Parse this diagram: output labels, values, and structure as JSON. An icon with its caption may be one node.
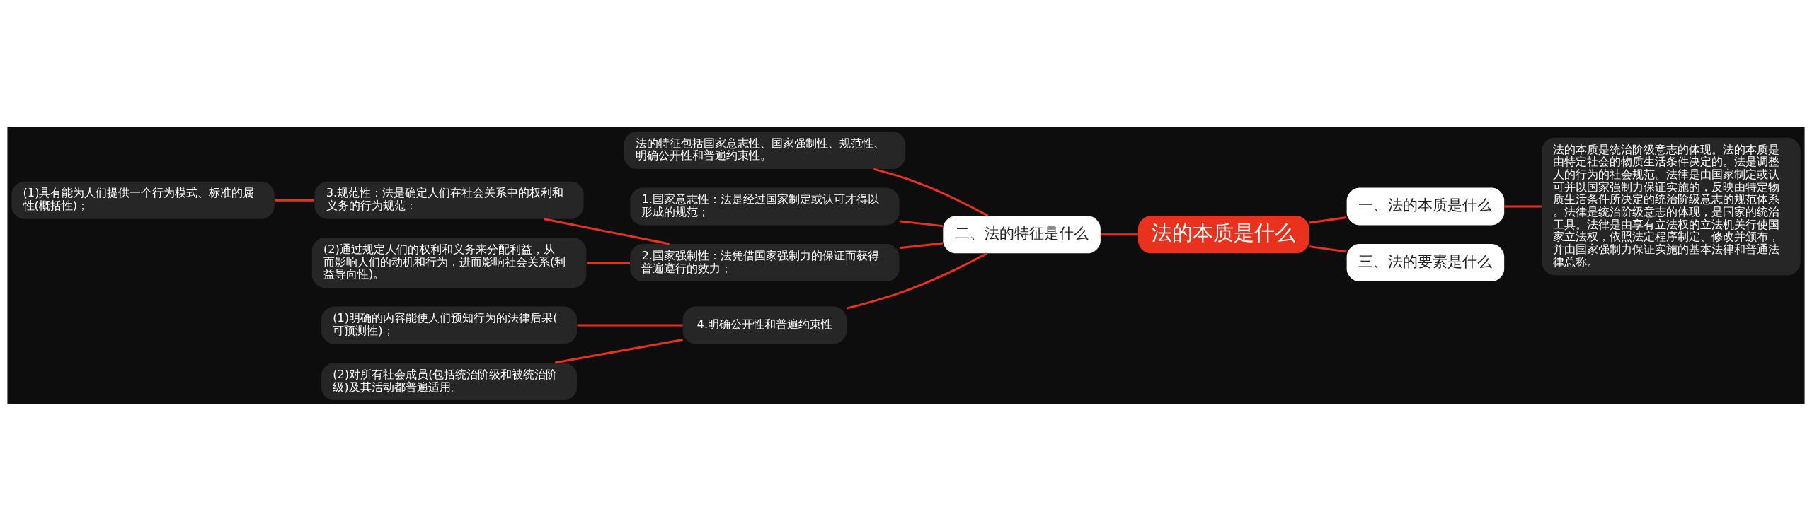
{
  "diagram": {
    "nodes": [
      {
        "text": [
          "法的本质是什么"
        ]
      },
      {
        "text": [
          "一、法的本质是什么"
        ]
      },
      {
        "text": [
          "法的本质是统治阶级意志的体现。法的本质是由特定社会的物质生活条件决定的。法是调整人的行为的社会规范。法律是由国家制定或认可并以国家强制力保证实施的，反映由特定物质生活条件所决定的统治阶级意志的规范体系。法律是统治阶级意志的体现，是国家的统治工具。法律是由享有立法权的立法机关行使国家立法权，依照法定程序制定、修改并颁布，并由国家强制力保证实施的基本法律和普通法律总称。"
        ]
      },
      {
        "text": [
          "三、法的要素是什么"
        ]
      },
      {
        "text": [
          "二、法的特征是什么"
        ]
      },
      {
        "text": [
          "法的特征包括国家意志性、国家强制性、规范性、明确公开性和普遍约束性。"
        ]
      },
      {
        "text": [
          "1.国家意志性：法是经过国家制定或认可才得以形成的规范；"
        ]
      },
      {
        "text": [
          "2.国家强制性：法凭借国家强制力的保证而获得普遍遵行的效力；"
        ]
      },
      {
        "text": [
          "3.规范性：法是确定人们在社会关系中的权利和义务的行为规范："
        ]
      },
      {
        "text": [
          "(1)具有能为人们提供一个行为模式、标准的属性(概括性)；"
        ]
      },
      {
        "text": [
          "(2)通过规定人们的权利和义务来分配利益，从而影响人们的动机和行为，进而影响社会关系(利益导向性)。"
        ]
      },
      {
        "text": [
          "4.明确公开性和普遍约束性"
        ]
      },
      {
        "text": [
          "(1)明确的内容能使人们预知行为的法律后果(可预测性)；"
        ]
      },
      {
        "text": [
          "(2)对所有社会成员(包括统治阶级和被统治阶级)及其活动都普遍适用。"
        ]
      }
    ],
    "edges": [
      {
        "from": 0,
        "to": 1,
        "arrow": "none"
      },
      {
        "from": 1,
        "to": 2,
        "arrow": "none"
      },
      {
        "from": 0,
        "to": 3,
        "arrow": "none"
      },
      {
        "from": 0,
        "to": 4,
        "arrow": "none"
      },
      {
        "from": 4,
        "to": 5,
        "arrow": "none"
      },
      {
        "from": 4,
        "to": 6,
        "arrow": "none"
      },
      {
        "from": 4,
        "to": 7,
        "arrow": "none"
      },
      {
        "from": 7,
        "to": 8,
        "arrow": "none"
      },
      {
        "from": 8,
        "to": 9,
        "arrow": "none"
      },
      {
        "from": 7,
        "to": 10,
        "arrow": "none"
      },
      {
        "from": 4,
        "to": 11,
        "arrow": "none"
      },
      {
        "from": 11,
        "to": 12,
        "arrow": "none"
      },
      {
        "from": 11,
        "to": 13,
        "arrow": "none"
      }
    ]
  }
}
